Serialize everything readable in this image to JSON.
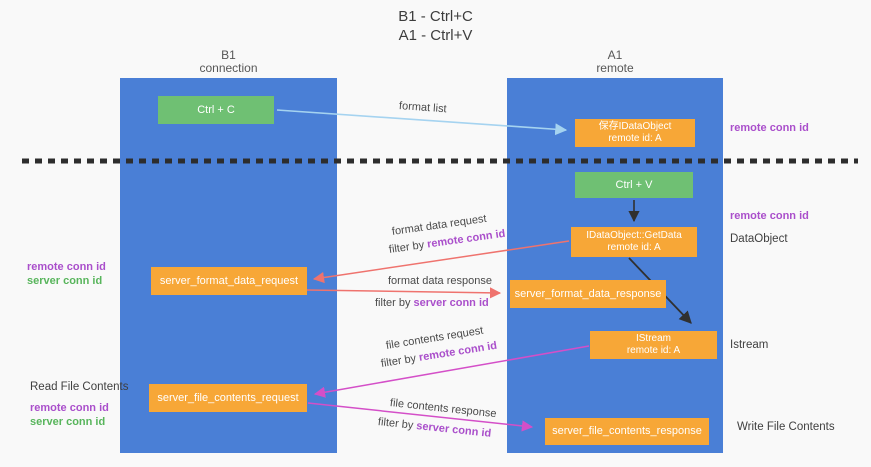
{
  "title": {
    "line1": "B1 - Ctrl+C",
    "line2": "A1 - Ctrl+V"
  },
  "columns": {
    "left": {
      "name": "B1",
      "role": "connection"
    },
    "right": {
      "name": "A1",
      "role": "remote"
    }
  },
  "nodes": {
    "ctrl_c": {
      "label": "Ctrl + C"
    },
    "ctrl_v": {
      "label": "Ctrl + V"
    },
    "save_idataobject": {
      "line1": "保存IDataObject",
      "line2": "remote id: A"
    },
    "getdata": {
      "line1": "IDataObject::GetData",
      "line2": "remote id: A"
    },
    "istream": {
      "line1": "IStream",
      "line2": "remote id: A"
    },
    "format_request": {
      "label": "server_format_data_request"
    },
    "format_response": {
      "label": "server_format_data_response"
    },
    "file_request": {
      "label": "server_file_contents_request"
    },
    "file_response": {
      "label": "server_file_contents_response"
    }
  },
  "arrows": {
    "format_list": "format list",
    "format_data_request": "format data request",
    "format_data_response": "format data response",
    "file_contents_request": "file contents request",
    "file_contents_response": "file contents response",
    "filter_by": "filter by",
    "remote_conn_id": "remote conn id",
    "server_conn_id": "server conn id"
  },
  "side_labels": {
    "remote_conn_id": "remote conn id",
    "server_conn_id": "server conn id",
    "dataobject": "DataObject",
    "istream": "Istream",
    "read_file_contents": "Read File Contents",
    "write_file_contents": "Write File Contents"
  },
  "colors": {
    "lifeline_blue": "#4a7fd6",
    "node_orange": "#f7a737",
    "node_green": "#6fc073",
    "arrow_salmon": "#ef736e",
    "arrow_magenta": "#d44fc8",
    "arrow_lightblue": "#a5d3f0",
    "arrow_black": "#303030",
    "text_purple": "#aa4fcb",
    "text_green": "#58b55c"
  }
}
